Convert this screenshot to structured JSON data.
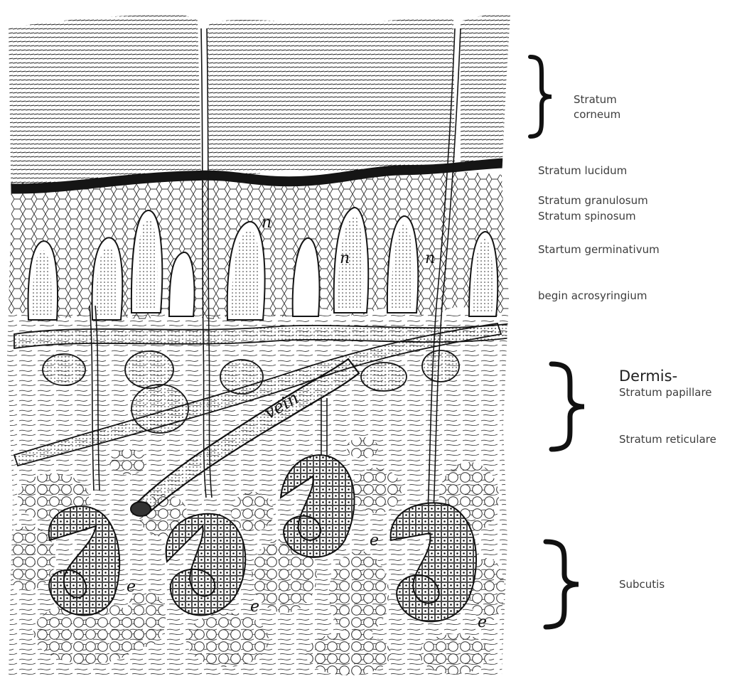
{
  "labels": {
    "stratum_corneum_1": "Stratum",
    "stratum_corneum_2": "corneum",
    "stratum_lucidum": "Stratum lucidum",
    "stratum_granulosum": "Stratum granulosum",
    "stratum_spinosum": "Stratum spinosum",
    "stratum_germinativum": "Startum germinativum",
    "acrosyringium": "begin acrosyringium",
    "dermis": "Dermis-",
    "stratum_papillare": "Stratum papillare",
    "stratum_reticulare": "Stratum reticulare",
    "subcutis": "Subcutis"
  },
  "illustration_labels": {
    "vein": "vein",
    "n": "n",
    "e": "e"
  },
  "colors": {
    "ink": "#151515",
    "label_text": "#3c3c3c",
    "paper": "#ffffff"
  }
}
